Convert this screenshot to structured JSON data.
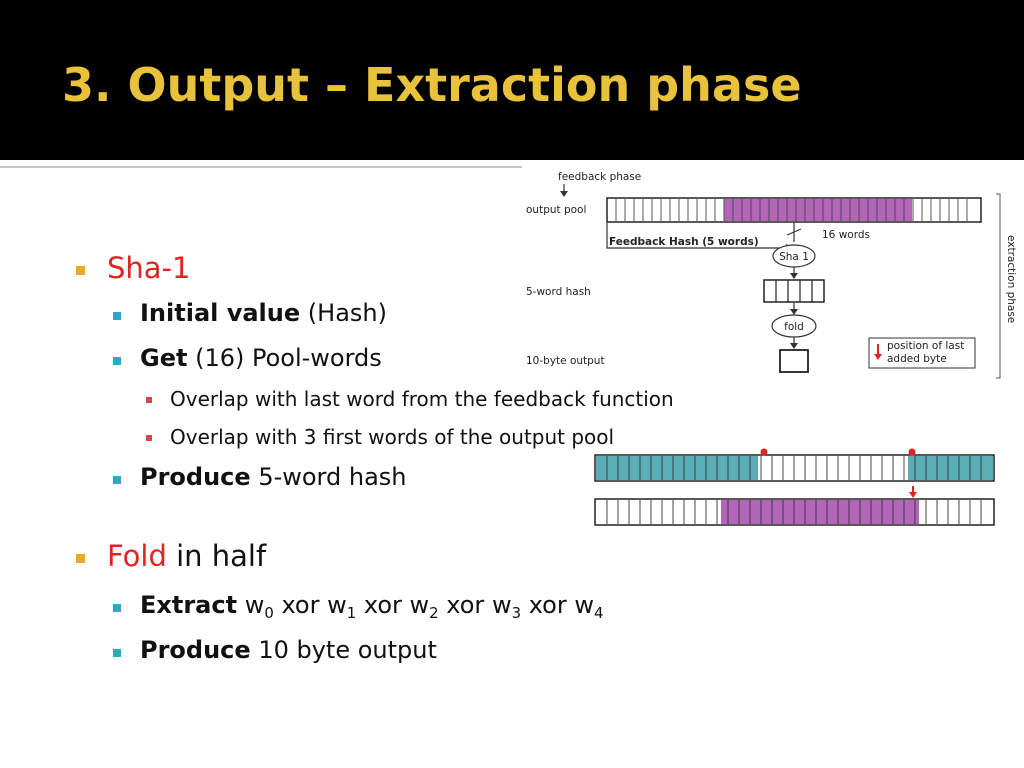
{
  "slide": {
    "title": "3. Output – Extraction phase"
  },
  "bullets": {
    "sha1": "Sha-1",
    "initial_bold": "Initial value",
    "initial_rest": " (Hash)",
    "get_bold": "Get",
    "get_rest": " (16) Pool-words",
    "overlap1": "Overlap with last word from the feedback function",
    "overlap2": "Overlap with 3 first words of the output pool",
    "produce_bold": "Produce",
    "produce_rest": " 5-word hash",
    "fold_red": "Fold",
    "fold_rest": " in half",
    "extract_bold": "Extract",
    "w_letter": "w",
    "xor_word": "xor",
    "sub0": "0",
    "sub1": "1",
    "sub2": "2",
    "sub3": "3",
    "sub4": "4",
    "produce2_bold": "Produce",
    "produce2_rest": " 10 byte output"
  },
  "diagram": {
    "feedback_phase": "feedback phase",
    "output_pool": "output pool",
    "feedback_hash": "Feedback Hash (5 words)",
    "sixteen_words": "16 words",
    "sha1_node": "Sha 1",
    "five_word_hash": "5-word hash",
    "fold_node": "fold",
    "ten_byte_output": "10-byte output",
    "legend_line1": "position of last",
    "legend_line2": "added byte",
    "extraction_phase": "extraction phase"
  },
  "colors": {
    "title": "#e8c23a",
    "bullet_l1": "#e6a82e",
    "bullet_l2": "#2fa6c8",
    "bullet_l3": "#d04a4a",
    "highlight": "#e02424",
    "pool_purple": "#b365b8",
    "pool_teal": "#5aaeb6"
  }
}
